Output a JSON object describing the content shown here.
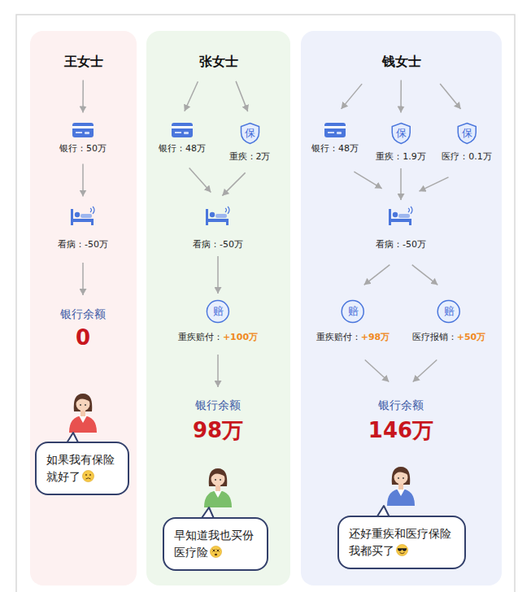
{
  "diagram": {
    "nodes": [
      {
        "text": [
          "王女士"
        ]
      },
      {
        "text": [
          "银行：50万"
        ],
        "in": 0
      },
      {
        "text": [
          "看病：-50万"
        ],
        "in": 0
      },
      {
        "text": [
          "银行余额",
          "0"
        ],
        "in": 0
      },
      {
        "text": [
          "如果我有保险就好了"
        ],
        "in": 0
      },
      {
        "text": [
          "张女士"
        ]
      },
      {
        "text": [
          "银行：48万"
        ],
        "in": 5
      },
      {
        "text": [
          "保",
          "重疾：2万"
        ],
        "in": 5
      },
      {
        "text": [
          "看病：-50万"
        ],
        "in": 5
      },
      {
        "text": [
          "赔",
          "重疾赔付：",
          "+100万"
        ],
        "in": 5
      },
      {
        "text": [
          "银行余额",
          "98万"
        ],
        "in": 5
      },
      {
        "text": [
          "早知道我也买份医疗险"
        ],
        "in": 5
      },
      {
        "text": [
          "钱女士"
        ]
      },
      {
        "text": [
          "银行：48万"
        ],
        "in": 12
      },
      {
        "text": [
          "保",
          "重疾：1.9万"
        ],
        "in": 12
      },
      {
        "text": [
          "保",
          "医疗：0.1万"
        ],
        "in": 12
      },
      {
        "text": [
          "看病：-50万"
        ],
        "in": 12
      },
      {
        "text": [
          "赔",
          "重疾赔付：",
          "+98万"
        ],
        "in": 12
      },
      {
        "text": [
          "赔",
          "医疗报销：",
          "+50万"
        ],
        "in": 12
      },
      {
        "text": [
          "银行余额",
          "146万"
        ],
        "in": 12
      },
      {
        "text": [
          "还好重疾和医疗保险我都买了"
        ],
        "in": 12
      }
    ],
    "edges": [
      {
        "from": 0,
        "to": 1,
        "arrow": "to"
      },
      {
        "from": 1,
        "to": 2,
        "arrow": "to"
      },
      {
        "from": 2,
        "to": 3,
        "arrow": "to"
      },
      {
        "from": 5,
        "to": 6,
        "arrow": "to"
      },
      {
        "from": 5,
        "to": 7,
        "arrow": "to"
      },
      {
        "from": 6,
        "to": 8,
        "arrow": "to"
      },
      {
        "from": 7,
        "to": 8,
        "arrow": "to"
      },
      {
        "from": 8,
        "to": 9,
        "arrow": "to"
      },
      {
        "from": 9,
        "to": 10,
        "arrow": "to"
      },
      {
        "from": 12,
        "to": 13,
        "arrow": "to"
      },
      {
        "from": 12,
        "to": 14,
        "arrow": "to"
      },
      {
        "from": 12,
        "to": 15,
        "arrow": "to"
      },
      {
        "from": 13,
        "to": 16,
        "arrow": "to"
      },
      {
        "from": 14,
        "to": 16,
        "arrow": "to"
      },
      {
        "from": 15,
        "to": 16,
        "arrow": "to"
      },
      {
        "from": 16,
        "to": 17,
        "arrow": "to"
      },
      {
        "from": 16,
        "to": 18,
        "arrow": "to"
      },
      {
        "from": 17,
        "to": 19,
        "arrow": "to"
      },
      {
        "from": 18,
        "to": 19,
        "arrow": "to"
      }
    ]
  }
}
